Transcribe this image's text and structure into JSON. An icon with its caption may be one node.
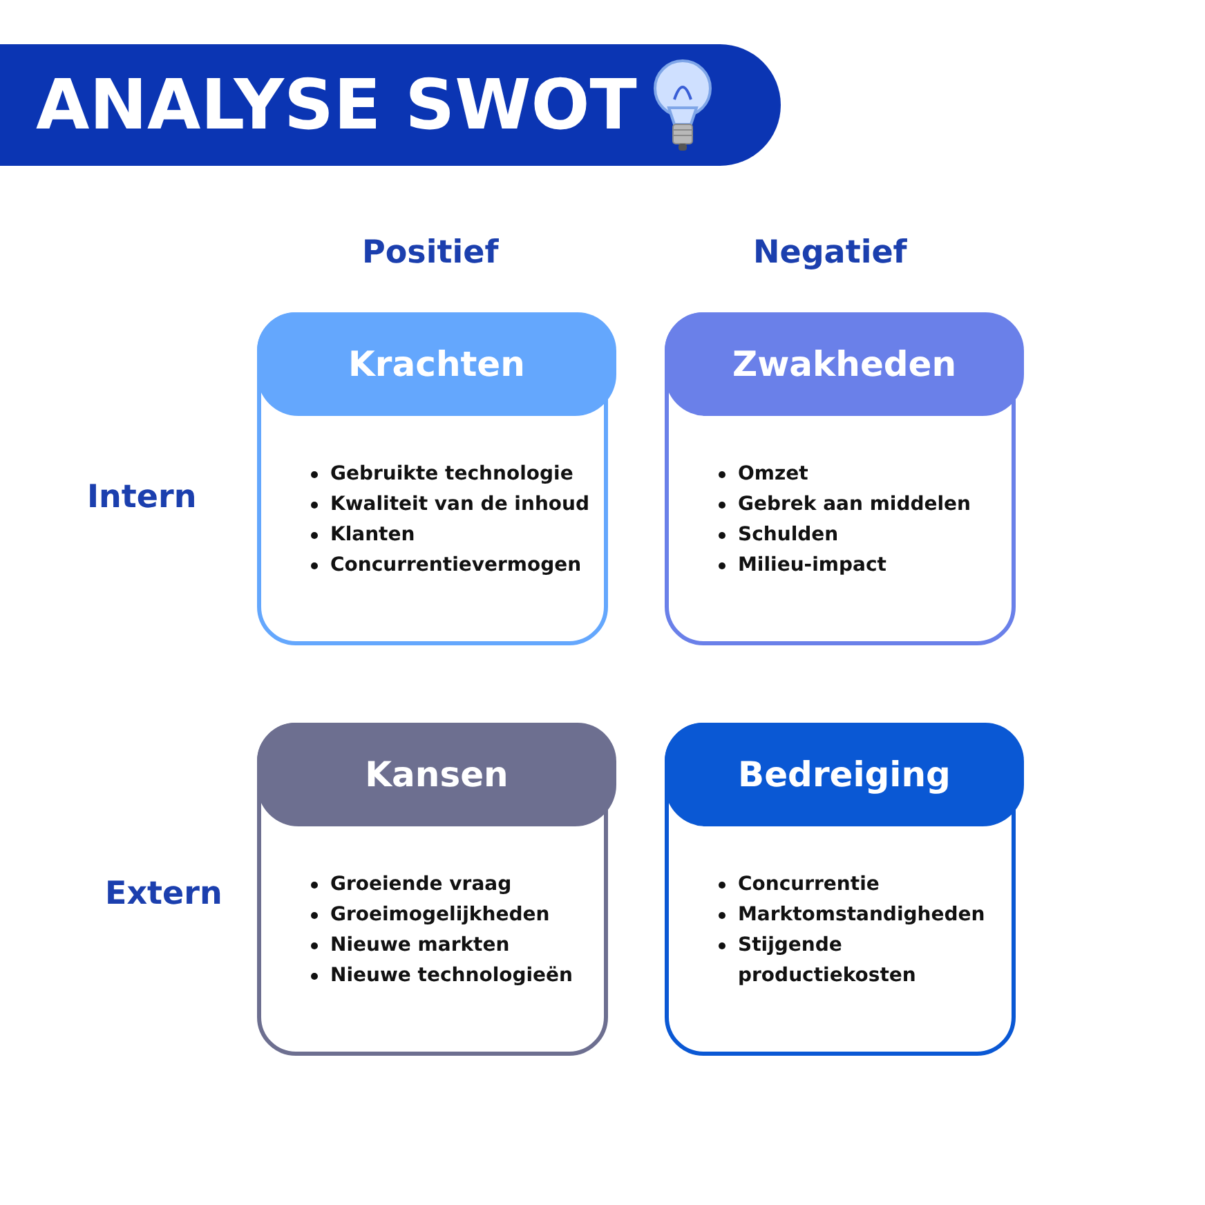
{
  "diagram": {
    "title": "ANALYSE SWOT",
    "nodes": [
      {
        "text": [
          "Krachten",
          "Gebruikte technologie",
          "Kwaliteit van de inhoud",
          "Klanten",
          "Concurrentievermogen"
        ]
      },
      {
        "text": [
          "Zwakheden",
          "Omzet",
          "Gebrek aan middelen",
          "Schulden",
          "Milieu-impact"
        ]
      },
      {
        "text": [
          "Kansen",
          "Groeiende vraag",
          "Groeimogelijkheden",
          "Nieuwe markten",
          "Nieuwe technologieën"
        ]
      },
      {
        "text": [
          "Bedreiging",
          "Concurrentie",
          "Marktomstandigheden",
          "Stijgende productiekosten"
        ]
      }
    ],
    "labels": [
      "Positief",
      "Negatief",
      "Intern",
      "Extern"
    ]
  }
}
